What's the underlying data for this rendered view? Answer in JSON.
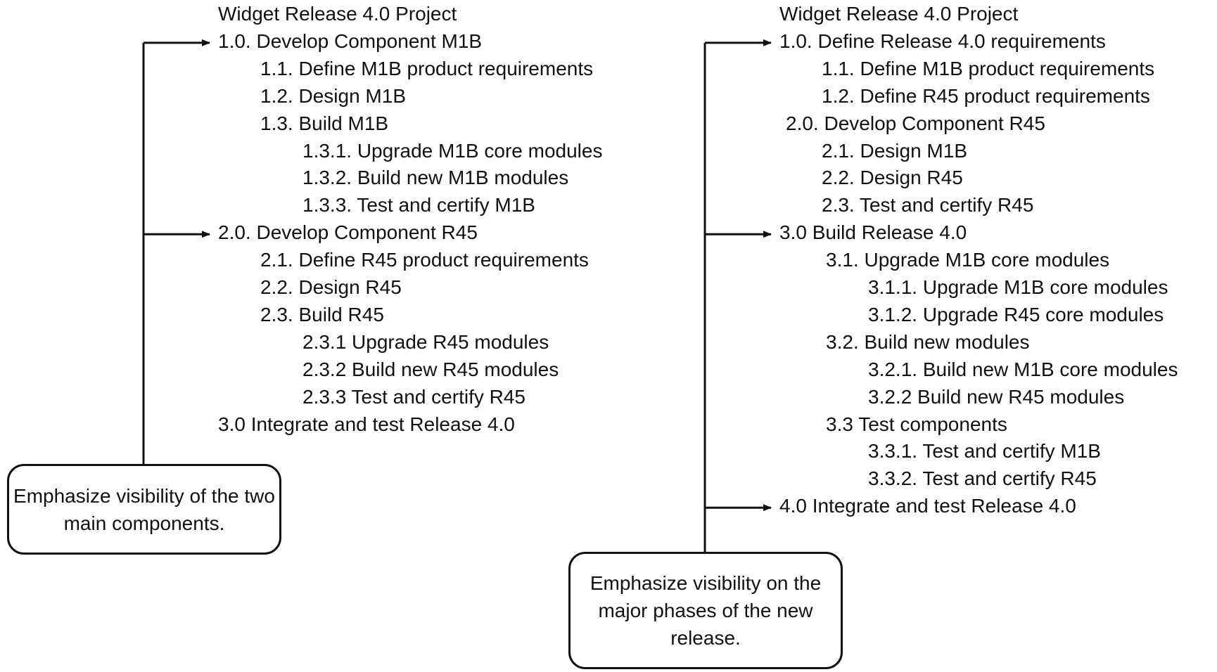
{
  "left_tree": {
    "rows": [
      {
        "text": "Widget Release 4.0 Project",
        "level": 0
      },
      {
        "text": "1.0. Develop Component M1B",
        "level": 0
      },
      {
        "text": "1.1. Define M1B product requirements",
        "level": 1
      },
      {
        "text": "1.2. Design M1B",
        "level": 1
      },
      {
        "text": "1.3. Build M1B",
        "level": 1
      },
      {
        "text": "1.3.1. Upgrade M1B core modules",
        "level": 2
      },
      {
        "text": "1.3.2. Build new M1B modules",
        "level": 2
      },
      {
        "text": "1.3.3. Test and certify M1B",
        "level": 2
      },
      {
        "text": "2.0. Develop Component R45",
        "level": 0
      },
      {
        "text": "2.1. Define R45 product requirements",
        "level": 1
      },
      {
        "text": "2.2. Design R45",
        "level": 1
      },
      {
        "text": "2.3. Build R45",
        "level": 1
      },
      {
        "text": "2.3.1 Upgrade R45 modules",
        "level": 2
      },
      {
        "text": "2.3.2 Build new R45 modules",
        "level": 2
      },
      {
        "text": "2.3.3 Test and certify R45",
        "level": 2
      },
      {
        "text": "3.0 Integrate and test Release 4.0",
        "level": 0
      }
    ],
    "callout": "Emphasize visibility of the two main components."
  },
  "right_tree": {
    "rows": [
      {
        "text": "Widget Release 4.0 Project",
        "level": 0
      },
      {
        "text": "1.0. Define Release 4.0 requirements",
        "level": 0
      },
      {
        "text": "1.1. Define M1B product requirements",
        "level": 1
      },
      {
        "text": "1.2. Define R45 product requirements",
        "level": 1
      },
      {
        "text": "2.0. Develop Component R45",
        "level": 0.15
      },
      {
        "text": "2.1. Design M1B",
        "level": 1
      },
      {
        "text": "2.2. Design R45",
        "level": 1
      },
      {
        "text": "2.3. Test and certify R45",
        "level": 1
      },
      {
        "text": "3.0  Build Release 4.0",
        "level": 0
      },
      {
        "text": "3.1. Upgrade M1B core modules",
        "level": 1.1
      },
      {
        "text": "3.1.1. Upgrade M1B core modules",
        "level": 2.1
      },
      {
        "text": "3.1.2. Upgrade R45 core modules",
        "level": 2.1
      },
      {
        "text": "3.2. Build new modules",
        "level": 1.1
      },
      {
        "text": "3.2.1. Build new M1B core modules",
        "level": 2.1
      },
      {
        "text": "3.2.2  Build new R45 modules",
        "level": 2.1
      },
      {
        "text": "3.3 Test components",
        "level": 1.1
      },
      {
        "text": "3.3.1. Test and certify M1B",
        "level": 2.1
      },
      {
        "text": "3.3.2. Test and certify R45",
        "level": 2.1
      },
      {
        "text": "4.0 Integrate and test Release 4.0",
        "level": 0
      }
    ],
    "callout": "Emphasize visibility on the major phases of the new release."
  },
  "arrows": {
    "left_targets": [
      1,
      8
    ],
    "right_targets": [
      1,
      8,
      18
    ]
  }
}
